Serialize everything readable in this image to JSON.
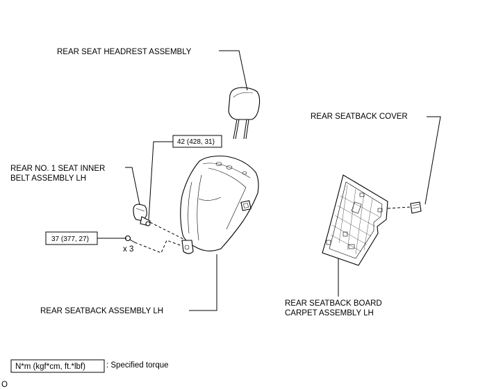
{
  "labels": {
    "headrest": "REAR SEAT HEADREST ASSEMBLY",
    "seatback_cover": "REAR SEATBACK COVER",
    "inner_belt_line1": "REAR NO. 1 SEAT INNER",
    "inner_belt_line2": "BELT ASSEMBLY LH",
    "seatback_assembly": "REAR SEATBACK ASSEMBLY LH",
    "board_carpet_line1": "REAR SEATBACK BOARD",
    "board_carpet_line2": "CARPET ASSEMBLY LH"
  },
  "torques": {
    "belt_bolt": "42 (428, 31)",
    "seatback_bolt": "37 (377, 27)"
  },
  "quantity": "x 3",
  "legend": {
    "box_text": "N*m (kgf*cm, ft.*lbf)",
    "description": ": Specified torque"
  },
  "corner_mark": "O"
}
